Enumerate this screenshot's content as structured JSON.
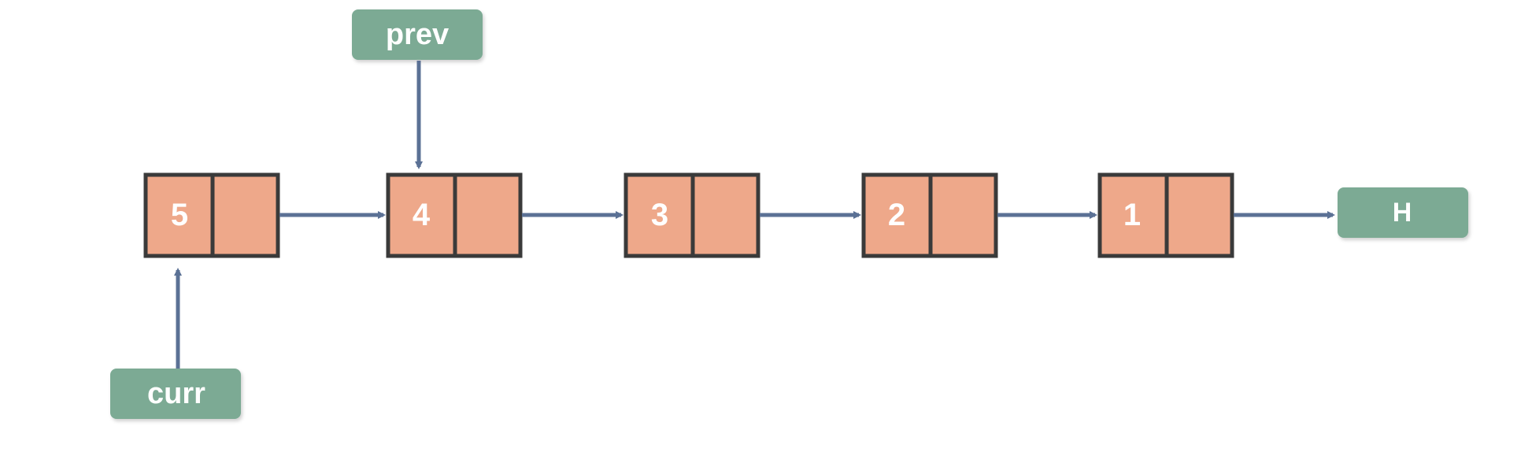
{
  "colors": {
    "node_fill": "#EEA88A",
    "node_border": "#3A3A3A",
    "tag_fill": "#7BAA94",
    "arrow": "#5B7195",
    "text": "#FFFFFF"
  },
  "nodes": [
    {
      "value": "5"
    },
    {
      "value": "4"
    },
    {
      "value": "3"
    },
    {
      "value": "2"
    },
    {
      "value": "1"
    }
  ],
  "pointers": {
    "prev": {
      "label": "prev",
      "points_to_node": 1
    },
    "curr": {
      "label": "curr",
      "points_to_node": 0
    }
  },
  "head": {
    "label": "H"
  }
}
